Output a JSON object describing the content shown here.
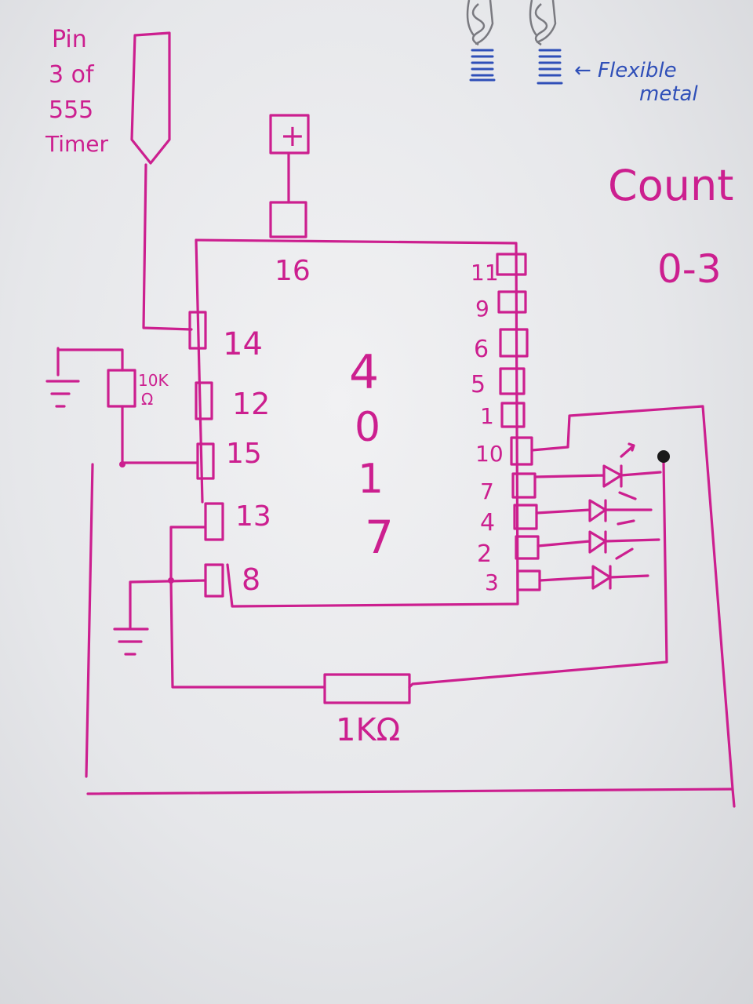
{
  "labels": {
    "source_line1": "Pin",
    "source_line2": "3 of",
    "source_line3": "555",
    "source_line4": "Timer",
    "plus_symbol": "+",
    "pin16": "16",
    "chip_digit1": "4",
    "chip_digit2": "0",
    "chip_digit3": "1",
    "chip_digit4": "7",
    "left_pins": [
      "14",
      "12",
      "15",
      "13",
      "8"
    ],
    "right_pins": [
      "11",
      "9",
      "6",
      "5",
      "1",
      "10",
      "7",
      "4",
      "2",
      "3"
    ],
    "r10k_line1": "10K",
    "r10k_line2": "Ω",
    "r1k": "1KΩ",
    "flexible_line1": "← Flexible",
    "flexible_line2": "metal",
    "count_line1": "Count",
    "count_line2": "0-3"
  },
  "colors": {
    "ink": "#cc1f8f",
    "blue_ink": "#2f4fb8",
    "paper": "#ececef"
  }
}
